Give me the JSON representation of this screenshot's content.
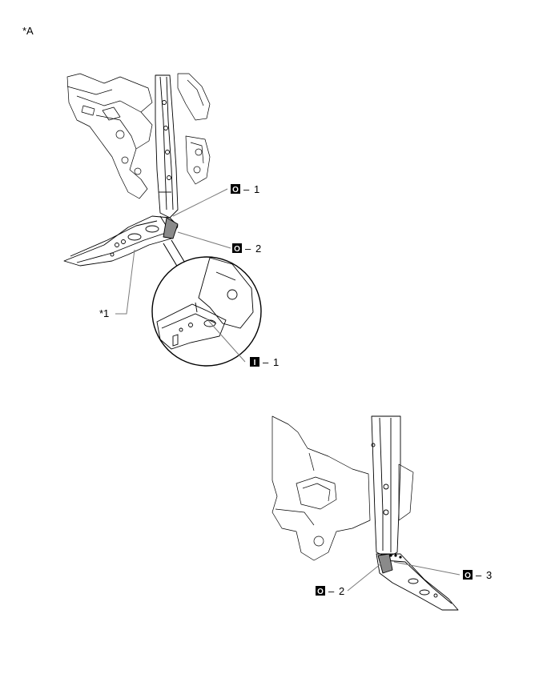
{
  "view_label": "*A",
  "part_label": "*1",
  "callouts": [
    {
      "symbol": "O",
      "dash": "–",
      "number": "1"
    },
    {
      "symbol": "O",
      "dash": "–",
      "number": "2"
    },
    {
      "symbol": "I",
      "dash": "–",
      "number": "1"
    },
    {
      "symbol": "O",
      "dash": "–",
      "number": "2"
    },
    {
      "symbol": "O",
      "dash": "–",
      "number": "3"
    }
  ],
  "colors": {
    "line": "#000000",
    "leader": "#7a7a7a",
    "highlight": "#8a8a8a"
  }
}
